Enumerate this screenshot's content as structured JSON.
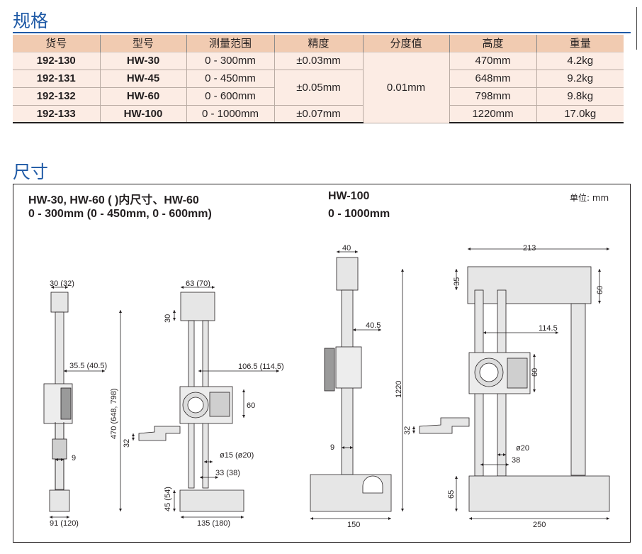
{
  "spec_title": "规格",
  "dim_title": "尺寸",
  "table": {
    "headers": [
      "货号",
      "型号",
      "测量范围",
      "精度",
      "分度值",
      "高度",
      "重量"
    ],
    "rows": [
      {
        "code": "192-130",
        "model": "HW-30",
        "range": "0 - 300mm",
        "accuracy": "±0.03mm",
        "height": "470mm",
        "weight": "4.2kg"
      },
      {
        "code": "192-131",
        "model": "HW-45",
        "range": "0 - 450mm",
        "accuracy": "±0.05mm",
        "height": "648mm",
        "weight": "9.2kg"
      },
      {
        "code": "192-132",
        "model": "HW-60",
        "range": "0 - 600mm",
        "accuracy": "",
        "height": "798mm",
        "weight": "9.8kg"
      },
      {
        "code": "192-133",
        "model": "HW-100",
        "range": "0 - 1000mm",
        "accuracy": "±0.07mm",
        "height": "1220mm",
        "weight": "17.0kg"
      }
    ],
    "resolution": "0.01mm"
  },
  "dimensions": {
    "left_title_1": "HW-30, HW-60 ( )内尺寸、HW-60",
    "left_title_2": "0 - 300mm (0 - 450mm, 0 - 600mm)",
    "right_title_1": "HW-100",
    "right_title_2": "0 - 1000mm",
    "unit": "单位: mm",
    "labels": {
      "a": "30 (32)",
      "b": "35.5 (40.5)",
      "c": "9",
      "d": "91 (120)",
      "e": "63 (70)",
      "f": "30",
      "g": "106.5 (114.5)",
      "h": "60",
      "i": "470 (648, 798)",
      "j": "32",
      "k": "ø15 (ø20)",
      "l": "33 (38)",
      "m": "45 (54)",
      "n": "135 (180)",
      "o": "40",
      "p": "40.5",
      "q": "9",
      "r": "150",
      "s": "213",
      "t": "35",
      "u": "60",
      "v": "114.5",
      "w": "60",
      "x": "1220",
      "y": "32",
      "z": "ø20",
      "aa": "38",
      "ab": "65",
      "ac": "250"
    }
  }
}
